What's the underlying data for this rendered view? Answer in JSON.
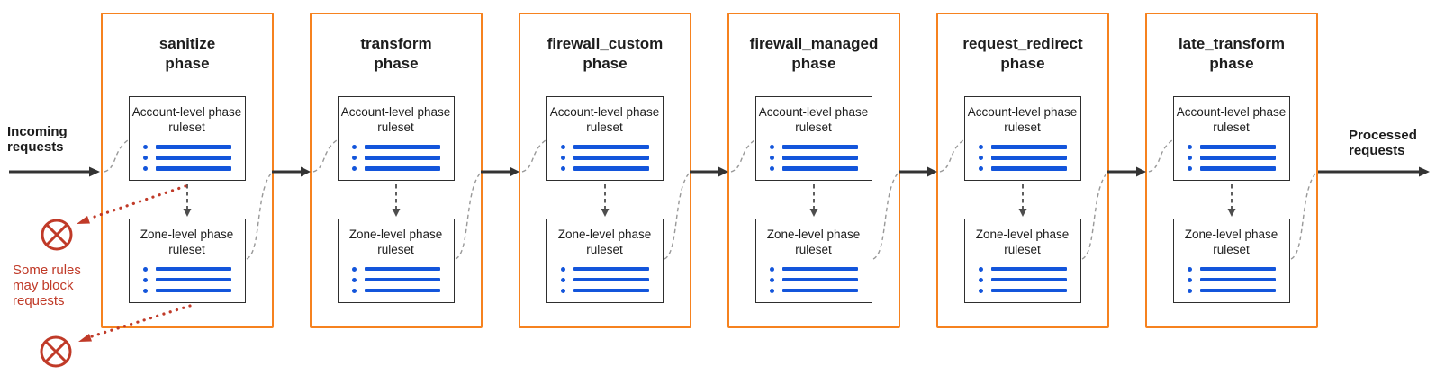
{
  "colors": {
    "orange": "#F6821F",
    "blue": "#1355DB",
    "red": "#C03A28",
    "ink": "#1D1D1D",
    "arrow": "#333333",
    "curve": "#999999",
    "vconn": "#4D4D4D"
  },
  "labels": {
    "incoming": "Incoming requests",
    "processed": "Processed requests",
    "block_note": "Some rules may block requests"
  },
  "ruleset_labels": {
    "account": "Account-level phase ruleset",
    "zone": "Zone-level phase ruleset"
  },
  "icons": {
    "ruleset_list": "blue bulleted-list icon (3 dots with 3 bars)",
    "block": "red circled-x block icon"
  },
  "phases": [
    {
      "name": "sanitize",
      "suffix": "phase"
    },
    {
      "name": "transform",
      "suffix": "phase"
    },
    {
      "name": "firewall_custom",
      "suffix": "phase"
    },
    {
      "name": "firewall_managed",
      "suffix": "phase"
    },
    {
      "name": "request_redirect",
      "suffix": "phase"
    },
    {
      "name": "late_transform",
      "suffix": "phase"
    }
  ]
}
